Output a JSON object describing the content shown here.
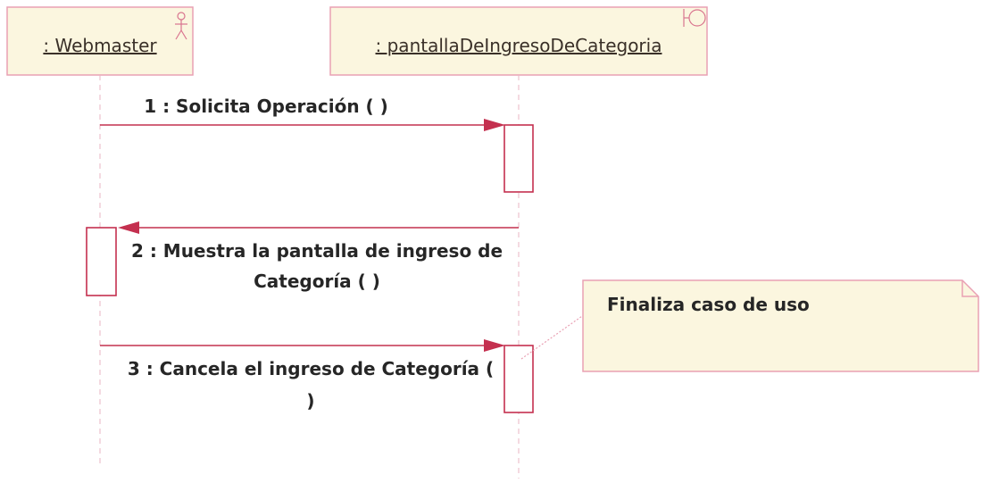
{
  "lifelines": {
    "webmaster": {
      "label": ": Webmaster",
      "icon": "actor-icon"
    },
    "screen": {
      "label": ": pantallaDeIngresoDeCategoria",
      "icon": "boundary-icon"
    }
  },
  "messages": [
    {
      "number": "1",
      "lines": [
        "1 : Solicita Operación (  )"
      ],
      "direction": "webmaster-to-screen"
    },
    {
      "number": "2",
      "lines": [
        "2 : Muestra la pantalla de ingreso de",
        "Categoría (  )"
      ],
      "direction": "screen-to-webmaster"
    },
    {
      "number": "3",
      "lines": [
        "3 : Cancela el ingreso de Categoría (",
        ")"
      ],
      "direction": "webmaster-to-screen"
    }
  ],
  "note": {
    "text": "Finaliza caso de uso"
  },
  "colors": {
    "accent": "#c4304f",
    "box_fill": "#fbf6df",
    "box_border": "#e9a1b4"
  }
}
